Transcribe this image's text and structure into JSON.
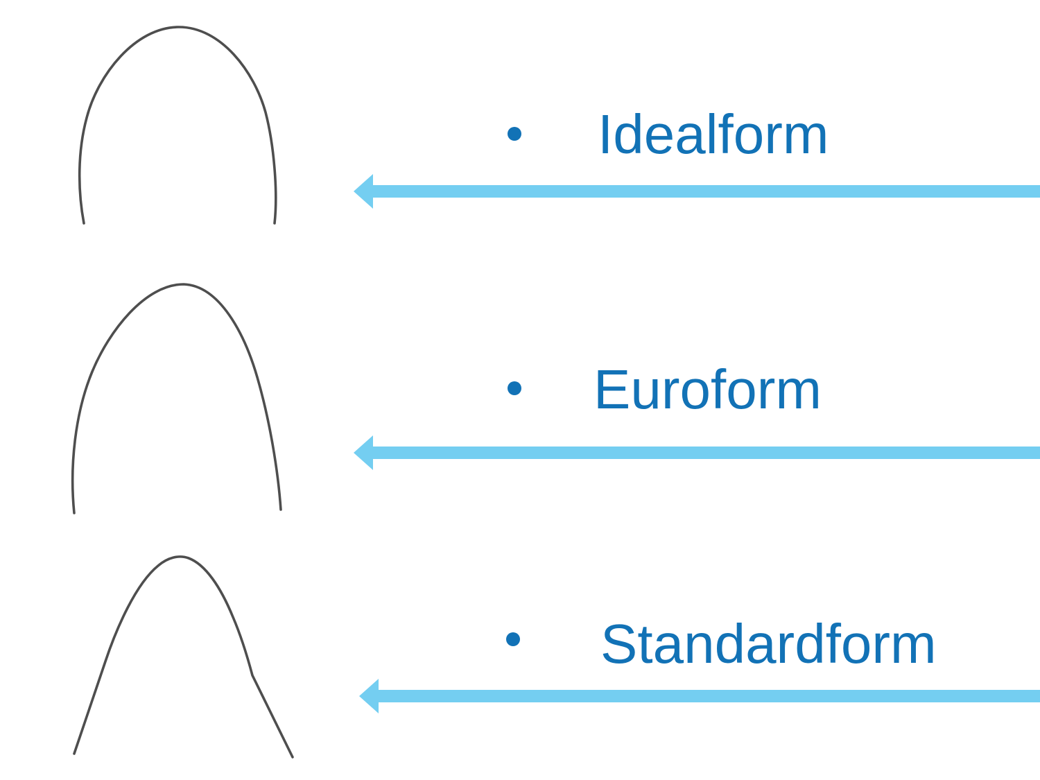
{
  "slide": {
    "background_color": "#ffffff",
    "accent_text_color": "#1272b6",
    "arrow_color": "#74cef1",
    "wire_color": "#4e4e4e"
  },
  "items": [
    {
      "label": "Idealform",
      "icon": "archwire-idealform-icon",
      "arrow_icon": "left-arrow-icon"
    },
    {
      "label": "Euroform",
      "icon": "archwire-euroform-icon",
      "arrow_icon": "left-arrow-icon"
    },
    {
      "label": "Standardform",
      "icon": "archwire-standardform-icon",
      "arrow_icon": "left-arrow-icon"
    }
  ]
}
